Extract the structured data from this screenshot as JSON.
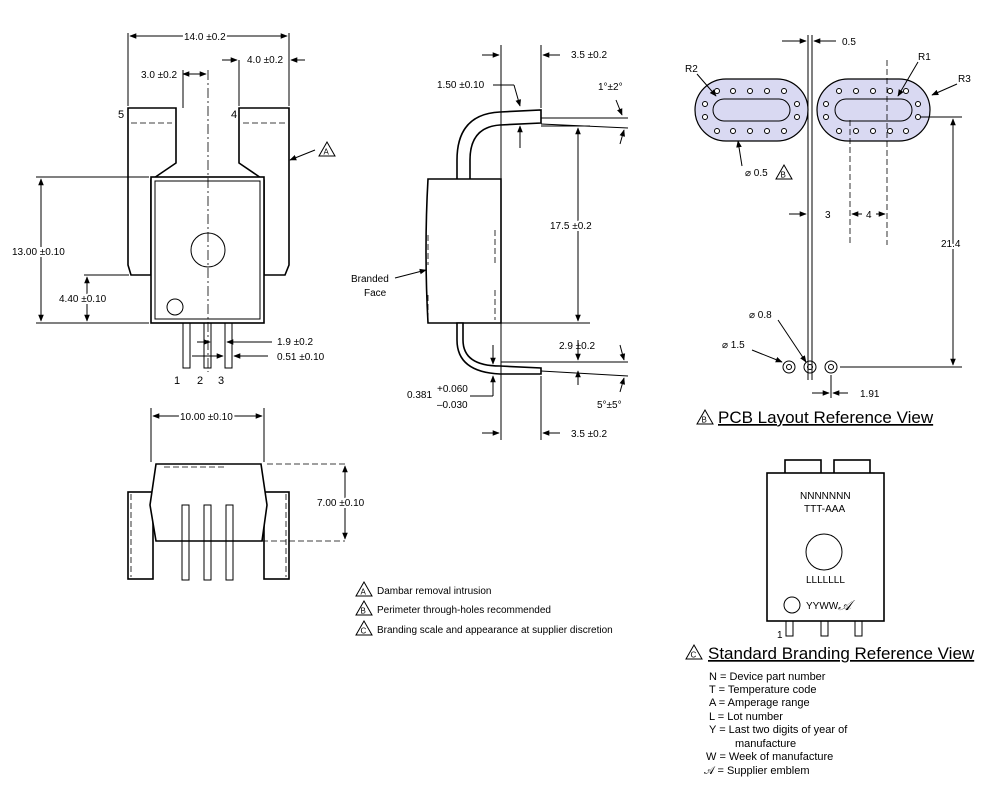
{
  "front_view": {
    "dim_width": "14.0 ±0.2",
    "dim_pin_offset": "3.0 ±0.2",
    "dim_tab": "4.0 ±0.2",
    "dim_height": "13.00 ±0.10",
    "dim_notch": "4.40 ±0.10",
    "dim_lead_length": "1.9 ±0.2",
    "dim_lead_width": "0.51 ±0.10",
    "dim_body_width": "10.00 ±0.10",
    "tab_left_label": "5",
    "tab_right_label": "4",
    "pin_labels": [
      "1",
      "2",
      "3"
    ],
    "note_flag": "A"
  },
  "bottom_view": {
    "dim_depth": "7.00 ±0.10"
  },
  "side_view": {
    "dim_top_lead": "1.50 ±0.10",
    "dim_top_reach": "3.5 ±0.2",
    "dim_top_angle": "1°±2°",
    "dim_height": "17.5 ±0.2",
    "dim_lower": "2.9 ±0.2",
    "dim_thickness_base": "0.381",
    "dim_thickness_plus": "+0.060",
    "dim_thickness_minus": "–0.030",
    "dim_bottom_angle": "5°±5°",
    "dim_bottom_reach": "3.5 ±0.2",
    "branded_line1": "Branded",
    "branded_line2": "Face"
  },
  "pcb_view": {
    "dim_gap": "0.5",
    "r2": "R2",
    "r1": "R1",
    "r3": "R3",
    "hole": "⌀ 0.5",
    "hole_flag": "B",
    "dim_3": "3",
    "dim_4": "4",
    "dim_214": "21.4",
    "dim_08": "⌀ 0.8",
    "dim_15": "⌀ 1.5",
    "dim_191": "1.91",
    "title_flag": "B",
    "title": "PCB Layout Reference View"
  },
  "notes": [
    {
      "flag": "A",
      "text": "Dambar removal intrusion"
    },
    {
      "flag": "B",
      "text": "Perimeter through-holes recommended"
    },
    {
      "flag": "C",
      "text": "Branding scale and appearance at supplier discretion"
    }
  ],
  "branding_view": {
    "line1": "NNNNNNN",
    "line2": "TTT-AAA",
    "line3": "LLLLLLL",
    "line4": "YYWW",
    "emblem": "𝒜",
    "pin1": "1",
    "title_flag": "C",
    "title": "Standard Branding Reference View"
  },
  "legend": [
    "N = Device part number",
    "T = Temperature code",
    "A = Amperage range",
    "L = Lot number",
    "Y = Last two digits of year of",
    "manufacture",
    "W = Week of manufacture",
    "𝒜 = Supplier emblem"
  ]
}
